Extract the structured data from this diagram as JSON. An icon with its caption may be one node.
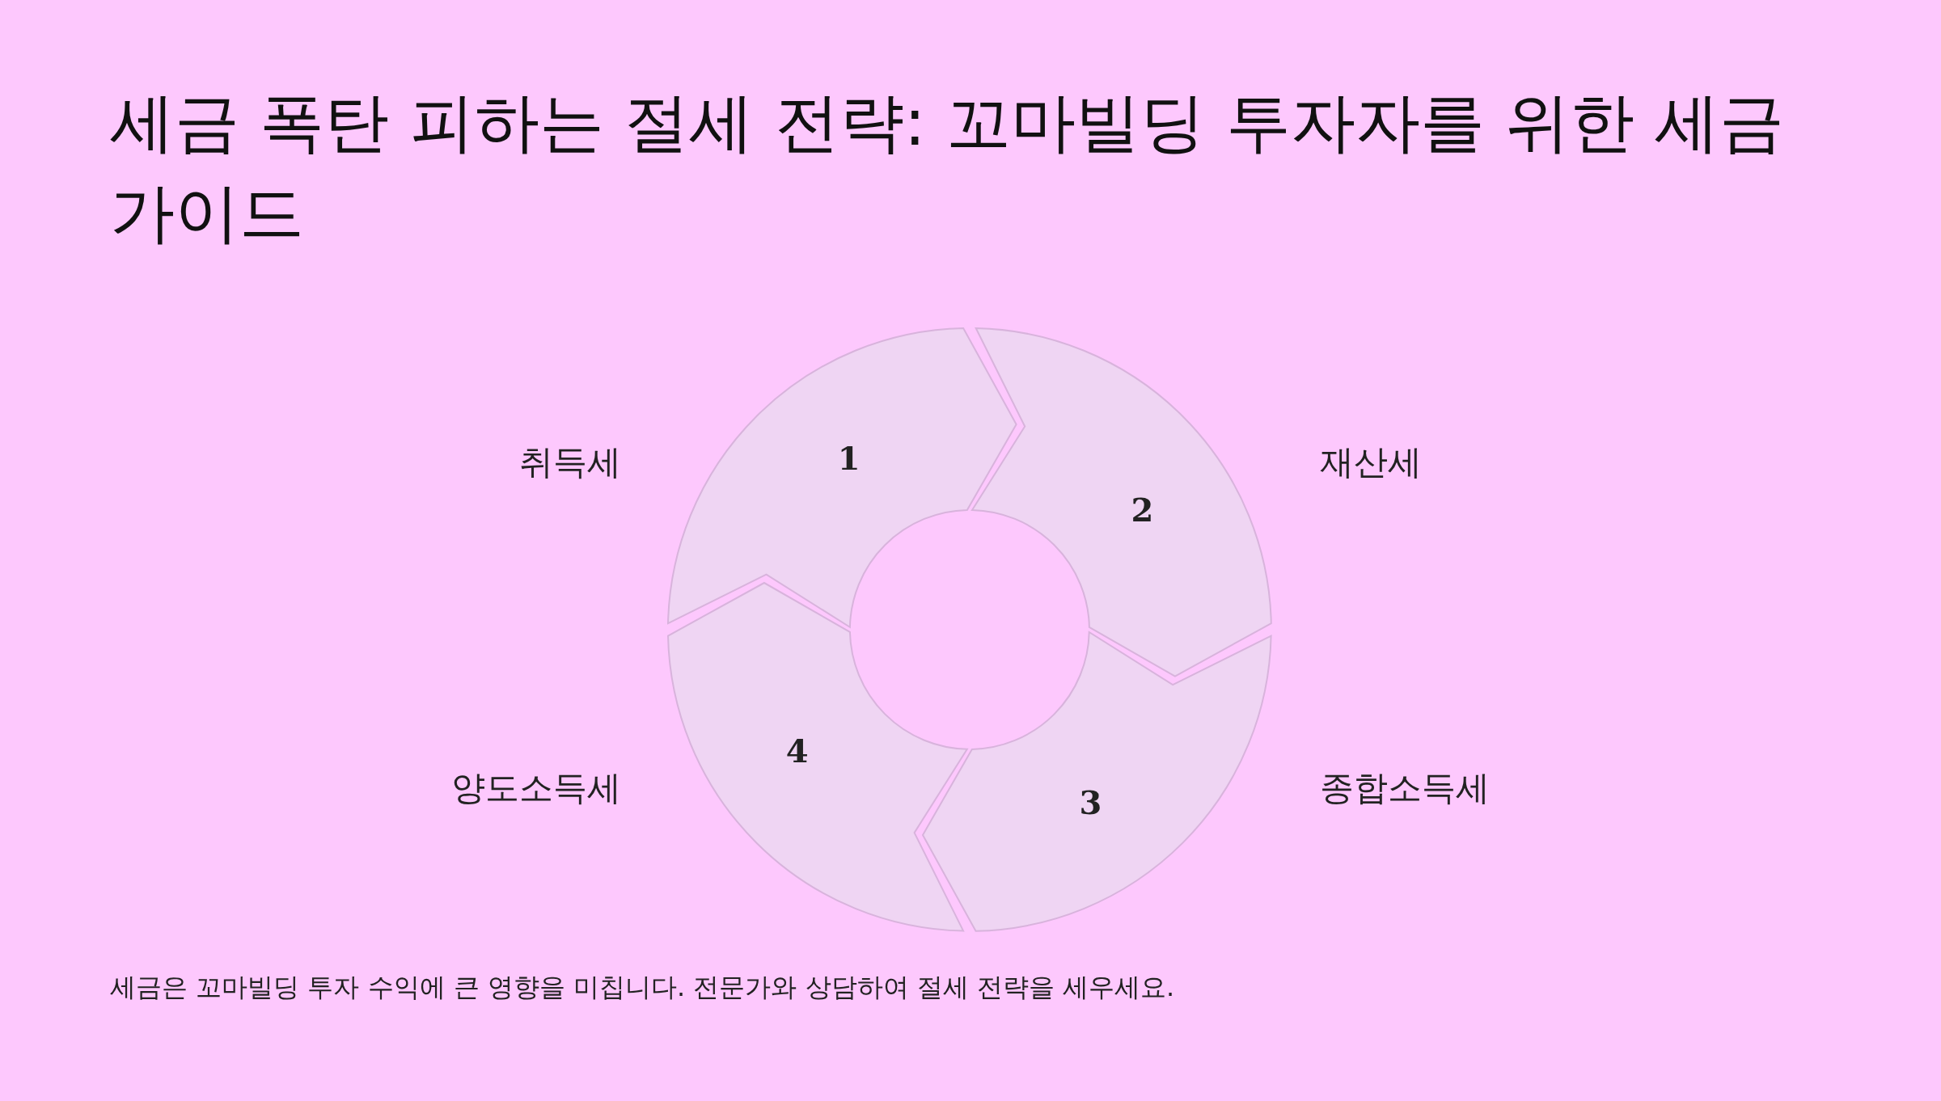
{
  "diagram": {
    "title": "세금 폭탄 피하는 절세 전략: 꼬마빌딩 투자자를 위한 세금 가이드",
    "caption": "세금은 꼬마빌딩 투자 수익에 큰 영향을 미칩니다. 전문가와 상담하여 절세 전략을 세우세요.",
    "nodes": [
      {
        "text": [
          "1"
        ],
        "beside": [
          "취득세"
        ]
      },
      {
        "text": [
          "2"
        ],
        "beside": [
          "재산세"
        ]
      },
      {
        "text": [
          "3"
        ],
        "beside": [
          "종합소득세"
        ]
      },
      {
        "text": [
          "4"
        ],
        "beside": [
          "양도소득세"
        ]
      }
    ]
  }
}
